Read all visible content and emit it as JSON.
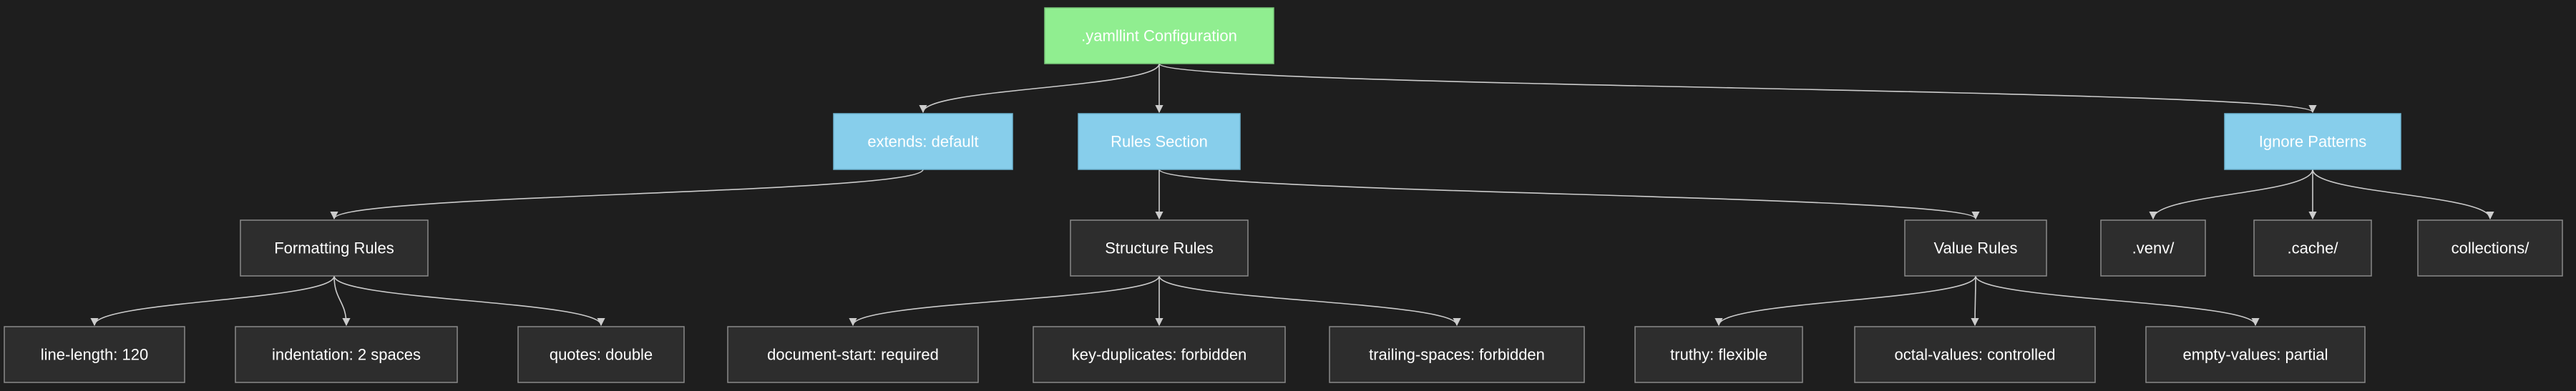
{
  "colors": {
    "background": "#1e1e1e",
    "root_fill": "#90ee90",
    "section_fill": "#87ceeb",
    "leaf_fill": "#2d2d2d",
    "leaf_stroke": "#8a8a8a",
    "edge": "#cccccc",
    "text_light": "#ffffff",
    "text_root": "#ffffff"
  },
  "diagram": {
    "root": {
      "label": ".yamllint Configuration"
    },
    "sections": {
      "extends": {
        "label": "extends: default"
      },
      "rules": {
        "label": "Rules Section"
      },
      "ignore": {
        "label": "Ignore Patterns"
      }
    },
    "groups": {
      "formatting": {
        "label": "Formatting Rules"
      },
      "structure": {
        "label": "Structure Rules"
      },
      "value": {
        "label": "Value Rules"
      }
    },
    "leaves": {
      "line_length": {
        "label": "line-length: 120"
      },
      "indentation": {
        "label": "indentation: 2 spaces"
      },
      "quotes": {
        "label": "quotes: double"
      },
      "document_start": {
        "label": "document-start: required"
      },
      "key_duplicates": {
        "label": "key-duplicates: forbidden"
      },
      "trailing_spaces": {
        "label": "trailing-spaces: forbidden"
      },
      "truthy": {
        "label": "truthy: flexible"
      },
      "octal_values": {
        "label": "octal-values: controlled"
      },
      "empty_values": {
        "label": "empty-values: partial"
      },
      "venv": {
        "label": ".venv/"
      },
      "cache": {
        "label": ".cache/"
      },
      "collections": {
        "label": "collections/"
      }
    }
  }
}
